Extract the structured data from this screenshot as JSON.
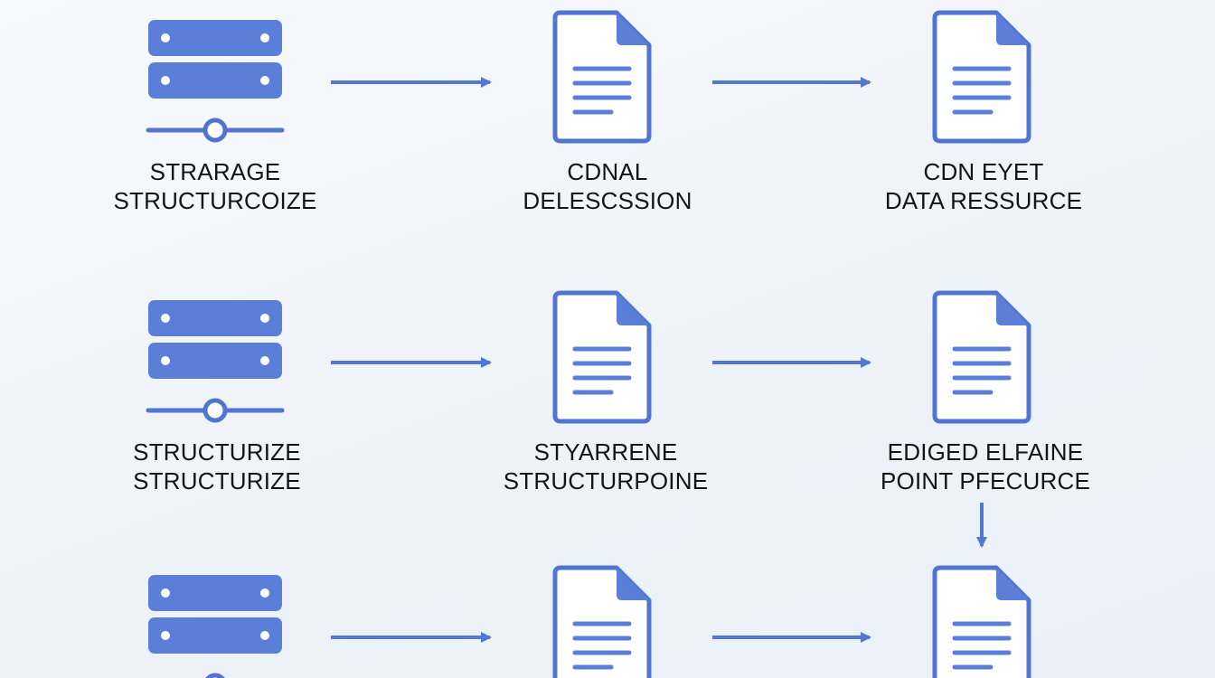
{
  "colors": {
    "icon_fill": "#5b7fd8",
    "icon_stroke": "#4f74d2",
    "icon_dot": "#ffffff",
    "arrow": "#5477d4",
    "text": "#141414",
    "background": "#eef3f9"
  },
  "rows": [
    {
      "nodes": [
        {
          "icon": "server-stack-icon",
          "line1": "STRARAGE",
          "line2": "STRUCTURCOIZE"
        },
        {
          "icon": "document-icon",
          "line1": "CDNAL",
          "line2": "DELESCSSION"
        },
        {
          "icon": "document-icon",
          "line1": "CDN EYET",
          "line2": "DATA RESSURCE"
        }
      ]
    },
    {
      "nodes": [
        {
          "icon": "server-stack-icon",
          "line1": "STRUCTURIZE",
          "line2": "STRUCTURIZE"
        },
        {
          "icon": "document-icon",
          "line1": "STYARRENE",
          "line2": "STRUCTURPOINE"
        },
        {
          "icon": "document-icon",
          "line1": "EDIGED ELFAINE",
          "line2": "POINT PFECURCE"
        }
      ]
    },
    {
      "nodes": [
        {
          "icon": "server-stack-icon",
          "line1": "",
          "line2": ""
        },
        {
          "icon": "document-icon",
          "line1": "",
          "line2": ""
        },
        {
          "icon": "document-icon",
          "line1": "",
          "line2": ""
        }
      ]
    }
  ]
}
